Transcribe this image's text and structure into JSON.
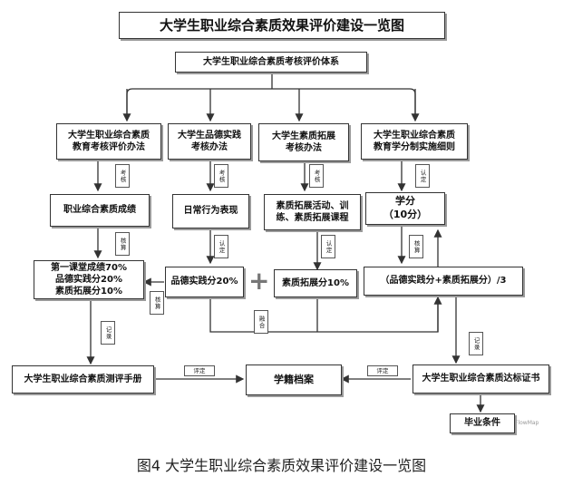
{
  "title": "大学生职业综合素质效果评价建设一览图",
  "root": "大学生职业综合素质考核评价体系",
  "methods": [
    "大学生职业综合素质\n教育考核评价办法",
    "大学生品德实践\n考核办法",
    "大学生素质拓展\n考核办法",
    "大学生职业综合素质\n教育学分制实施细则"
  ],
  "tags": {
    "kaohe1": "考核",
    "kaohe2": "考核",
    "kaohe3": "考核",
    "rending1": "认定",
    "rending2": "认定",
    "rending3": "认定",
    "hesuan1": "核算",
    "hesuan2": "核算",
    "hesuan3": "核算",
    "jilu1": "记录",
    "jilu2": "记录",
    "ronghe": "融合",
    "shending1": "评定",
    "shending2": "评定"
  },
  "row3": {
    "zhiye_score": "职业综合素质成绩",
    "daily": "日常行为表现",
    "activities": "素质拓展活动、训\n练、素质拓展课程",
    "credit": "学分\n（10分）"
  },
  "row4": {
    "weights": "第一课堂成绩70%\n品德实践分20%\n素质拓展分10%",
    "pinde": "品德实践分20%",
    "plus": "+",
    "tuozhan": "素质拓展分10%",
    "formula": "（品德实践分+素质拓展分）/3"
  },
  "row5": {
    "handbook": "大学生职业综合素质测评手册",
    "archive": "学籍档案",
    "certificate": "大学生职业综合素质达标证书"
  },
  "graduation": "毕业条件",
  "watermark": "FlowMap",
  "caption": "图4  大学生职业综合素质效果评价建设一览图"
}
